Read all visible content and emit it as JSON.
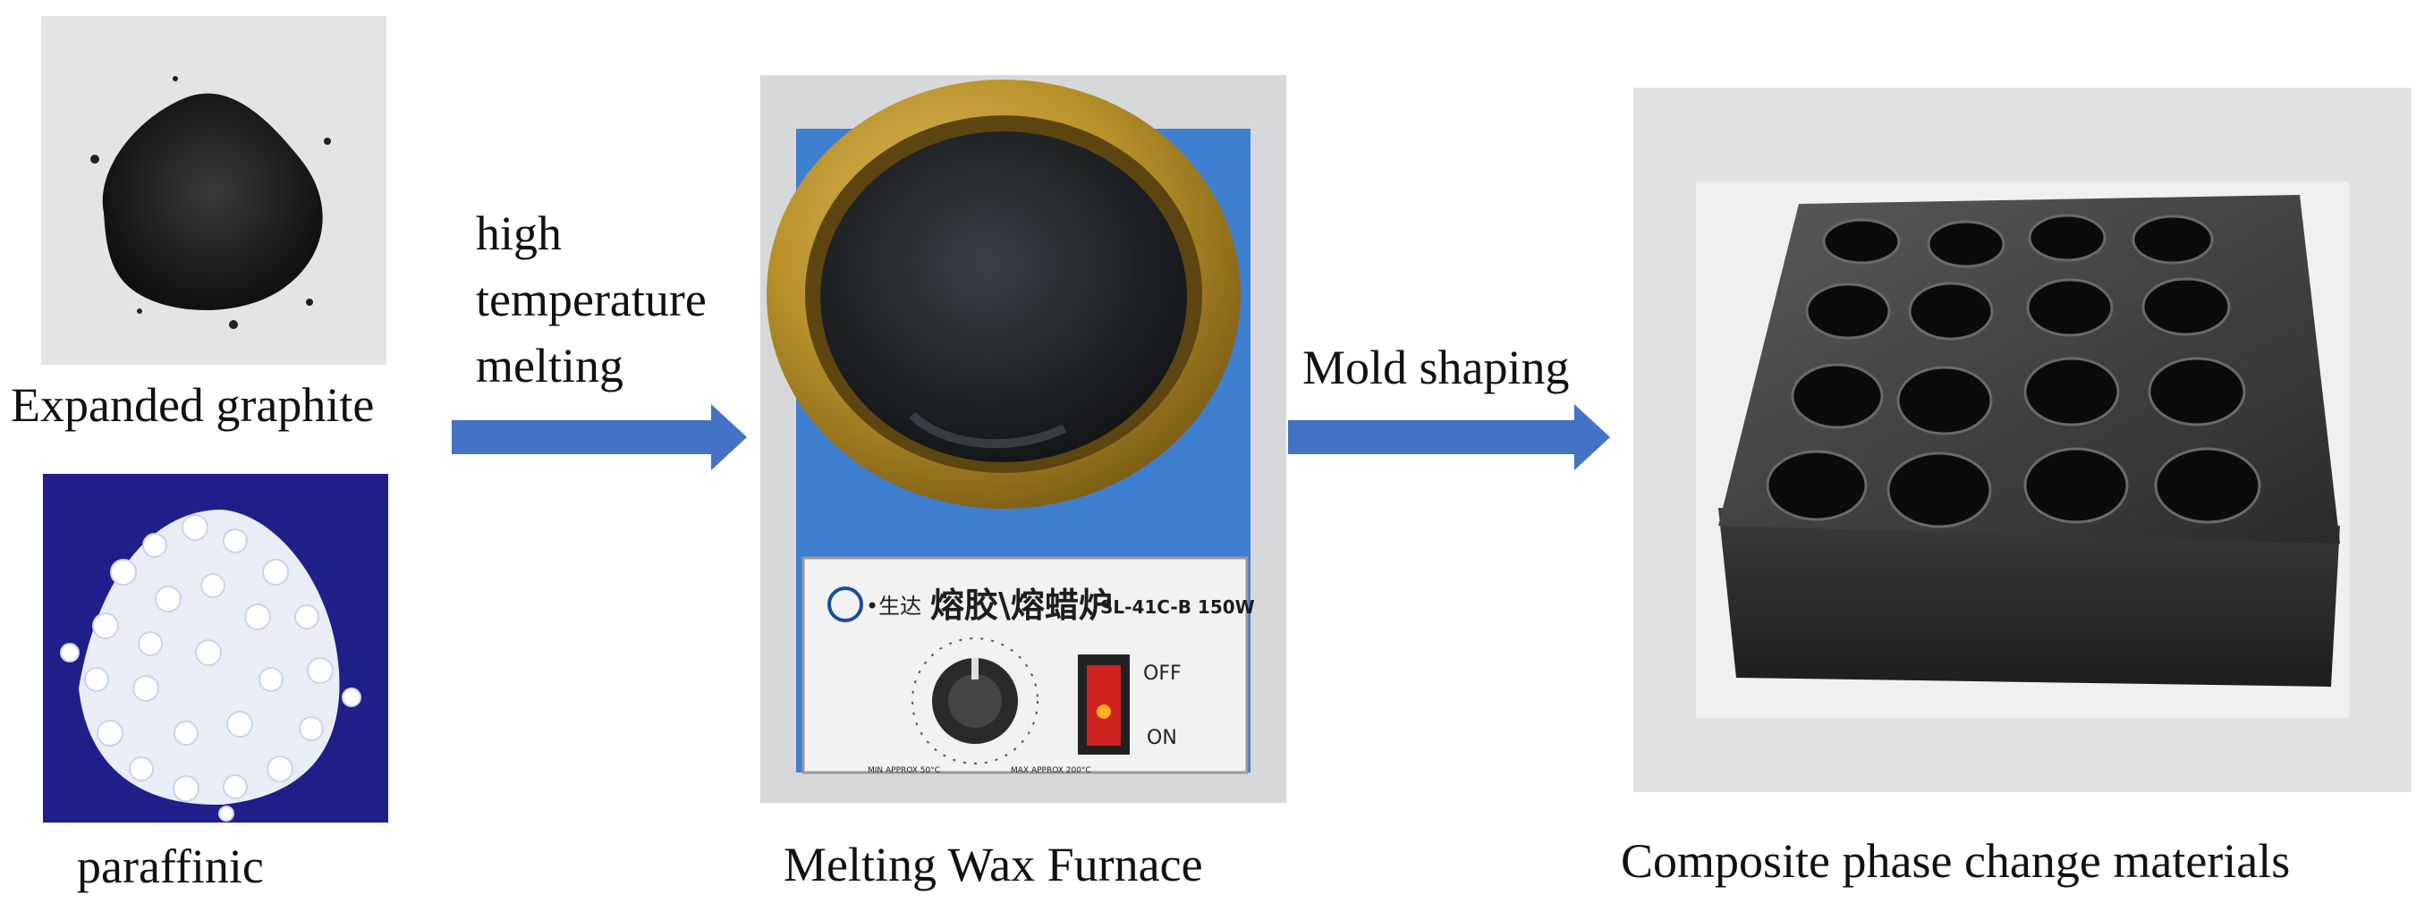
{
  "materials": {
    "graphite_label": "Expanded graphite",
    "paraffin_label": "paraffinic"
  },
  "step1": {
    "line1": "high",
    "line2": "temperature",
    "line3": "melting"
  },
  "furnace": {
    "label": "Melting Wax Furnace",
    "panel_brand": "•生达",
    "panel_title": "熔胶\\熔蜡炉",
    "panel_model": "SL-41C-B 150W",
    "switch_off": "OFF",
    "switch_on": "ON",
    "dial_min": "MIN APPROX 50°C",
    "dial_max": "MAX APPROX 200°C"
  },
  "step2": {
    "label": "Mold shaping"
  },
  "product": {
    "label": "Composite phase change materials"
  },
  "colors": {
    "arrow": "#4472C4",
    "paraffin_bg": "#1f1f8a",
    "furnace_body": "#3f7fd0",
    "brass_ring": "#b8912a"
  }
}
